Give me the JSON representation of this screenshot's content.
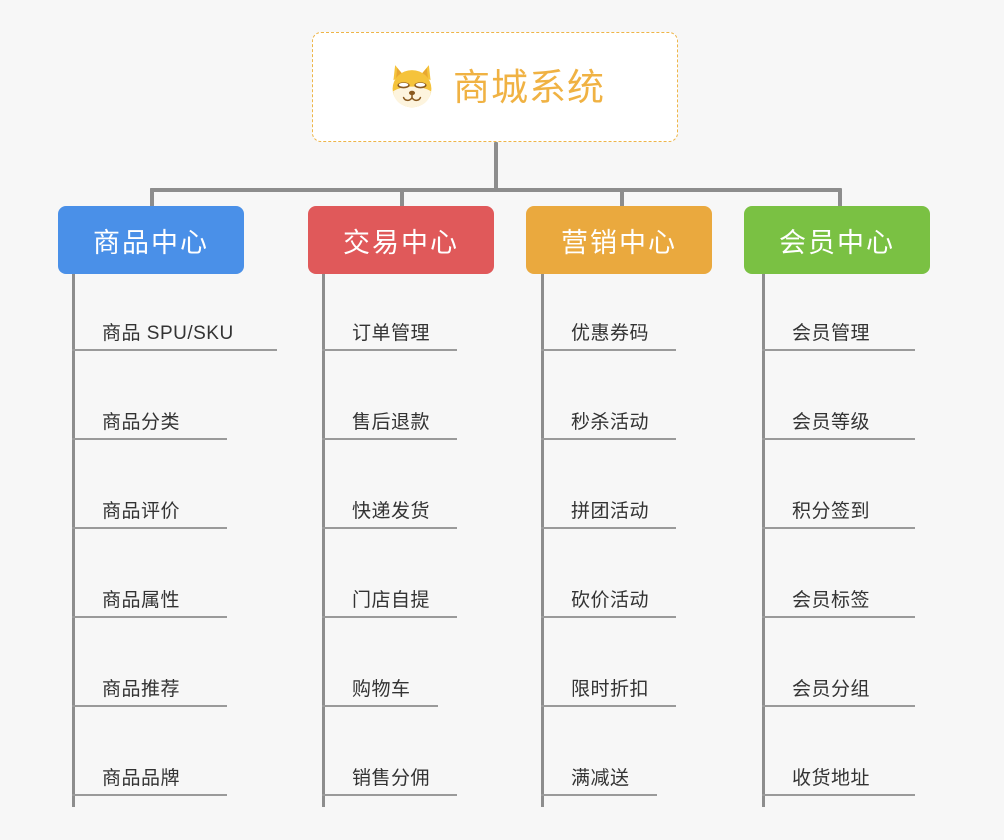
{
  "root": {
    "title": "商城系统",
    "icon": "shiba-dog-face-icon",
    "border_color": "#eeb548",
    "text_color": "#f0b243",
    "background": "#ffffff"
  },
  "canvas": {
    "background": "#f7f7f7",
    "connector_color": "#8d8d8d",
    "leaf_text_color": "#333333",
    "leaf_rule_color": "#9a9a9a"
  },
  "categories": [
    {
      "label": "商品中心",
      "color": "#4a90e8",
      "items": [
        "商品 SPU/SKU",
        "商品分类",
        "商品评价",
        "商品属性",
        "商品推荐",
        "商品品牌"
      ]
    },
    {
      "label": "交易中心",
      "color": "#e0595a",
      "items": [
        "订单管理",
        "售后退款",
        "快递发货",
        "门店自提",
        "购物车",
        "销售分佣"
      ]
    },
    {
      "label": "营销中心",
      "color": "#eaa93e",
      "items": [
        "优惠券码",
        "秒杀活动",
        "拼团活动",
        "砍价活动",
        "限时折扣",
        "满减送"
      ]
    },
    {
      "label": "会员中心",
      "color": "#7ac143",
      "items": [
        "会员管理",
        "会员等级",
        "积分签到",
        "会员标签",
        "会员分组",
        "收货地址"
      ]
    }
  ]
}
